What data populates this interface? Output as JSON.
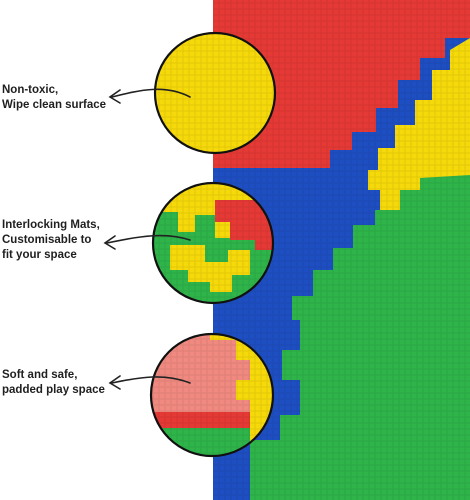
{
  "product_image": {
    "mat_colors": {
      "red": "#E53935",
      "yellow": "#F5D90A",
      "blue": "#1E4FC2",
      "green": "#2FB44A",
      "pale_red": "#F08A80"
    },
    "features": [
      {
        "label": "Non-toxic,\nWipe clean surface",
        "icon": "yellow-texture-closeup"
      },
      {
        "label": "Interlocking Mats,\nCustomisable to\nfit your space",
        "icon": "interlocking-tiles-closeup"
      },
      {
        "label": "Soft and safe,\npadded play space",
        "icon": "tile-edge-closeup"
      }
    ]
  }
}
